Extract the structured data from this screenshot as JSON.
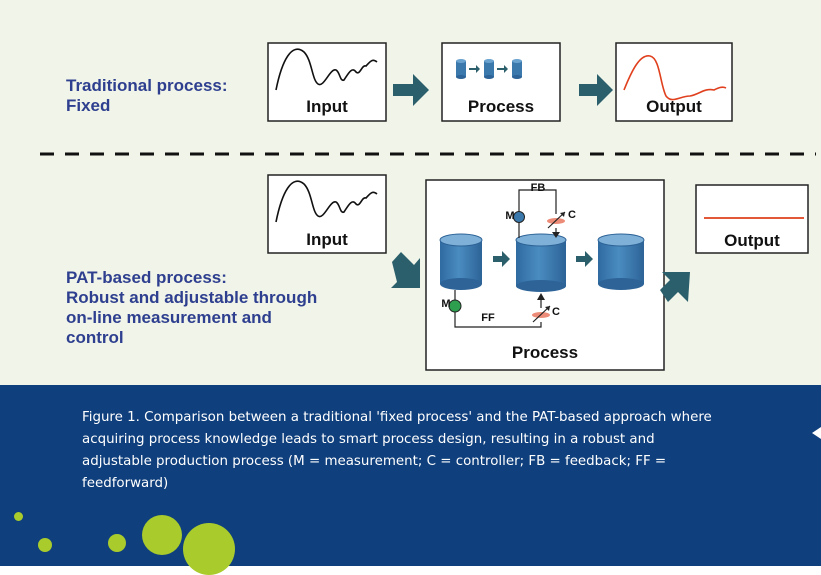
{
  "diagram": {
    "traditional_label_line1": "Traditional process:",
    "traditional_label_line2": "Fixed",
    "pat_label_line1": "PAT-based process:",
    "pat_label_line2": "Robust and adjustable through",
    "pat_label_line3": "on-line measurement and",
    "pat_label_line4": "control",
    "top_row": {
      "input": "Input",
      "process": "Process",
      "output": "Output"
    },
    "bottom_row": {
      "input": "Input",
      "process": "Process",
      "output": "Output",
      "feedback": "FB",
      "feedforward": "FF",
      "measurement_top": "M",
      "measurement_bottom": "M",
      "controller_top": "C",
      "controller_bottom": "C"
    }
  },
  "caption": "Figure 1. Comparison between a traditional 'fixed process' and the PAT-based approach where acquiring process knowledge leads to smart process design, resulting in a robust and adjustable production process (M = measurement; C = controller; FB = feedback; FF = feedforward)",
  "colors": {
    "background": "#f1f4e8",
    "label_blue": "#2e3f8f",
    "arrow_teal": "#2b5f6b",
    "vessel_blue": "#3b79ad",
    "output_red": "#e0401e",
    "caption_bg": "#0f3f7c",
    "dot_green": "#a9cc2c"
  }
}
